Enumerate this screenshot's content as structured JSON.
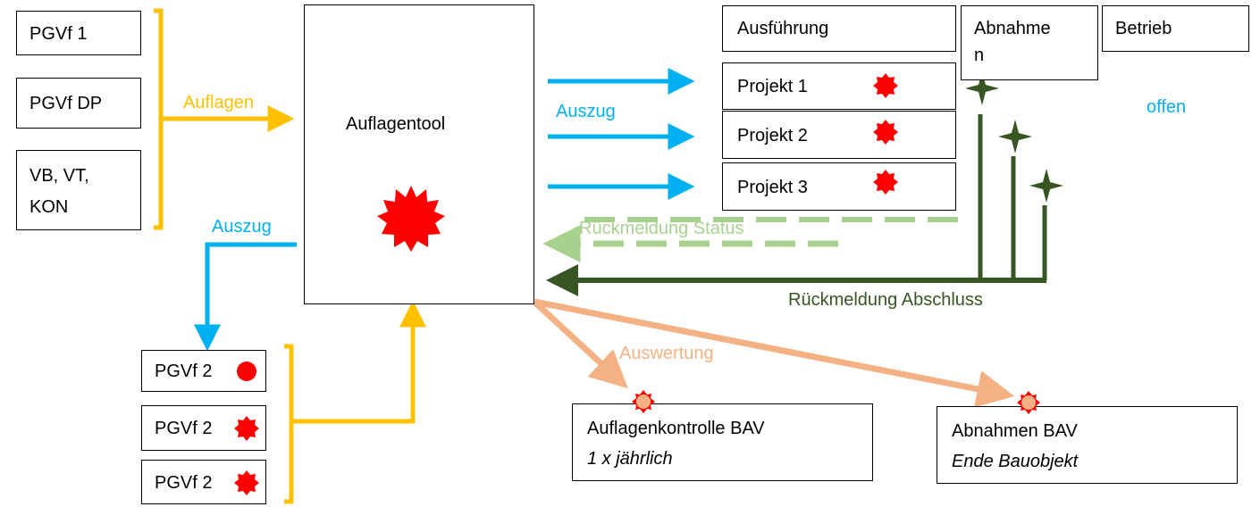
{
  "sources": {
    "pgvf1": "PGVf 1",
    "pgvf_dp": "PGVf DP",
    "vb_line1": "VB, VT,",
    "vb_line2": "KON"
  },
  "tool": {
    "title": "Auflagentool"
  },
  "phases": {
    "ausfuehrung": "Ausführung",
    "abnahme_line1": "Abnahme",
    "abnahme_line2": "n",
    "betrieb": "Betrieb"
  },
  "projects": [
    "Projekt 1",
    "Projekt 2",
    "Projekt 3"
  ],
  "pgvf2": [
    "PGVf 2",
    "PGVf 2",
    "PGVf 2"
  ],
  "flows": {
    "auflagen": "Auflagen",
    "auszug_right": "Auszug",
    "auszug_left": "Auszug",
    "rueckmeldung_status": "Rückmeldung Status",
    "rueckmeldung_abschluss": "Rückmeldung Abschluss",
    "auswertung": "Auswertung",
    "offen": "offen"
  },
  "results": {
    "auflagenkontrolle": "Auflagenkontrolle BAV",
    "auflagenkontrolle_sub": "1 x jährlich",
    "abnahmen": "Abnahmen BAV",
    "abnahmen_sub": "Ende Bauobjekt"
  },
  "colors": {
    "orange": "#ffc000",
    "blue": "#00b0f0",
    "light_green": "#a9d18e",
    "dark_green": "#375623",
    "peach": "#f4b183",
    "red": "#ff0000"
  },
  "icons": {
    "burst": "red-burst-icon",
    "dot": "red-dot-icon",
    "star": "four-point-star-icon"
  }
}
